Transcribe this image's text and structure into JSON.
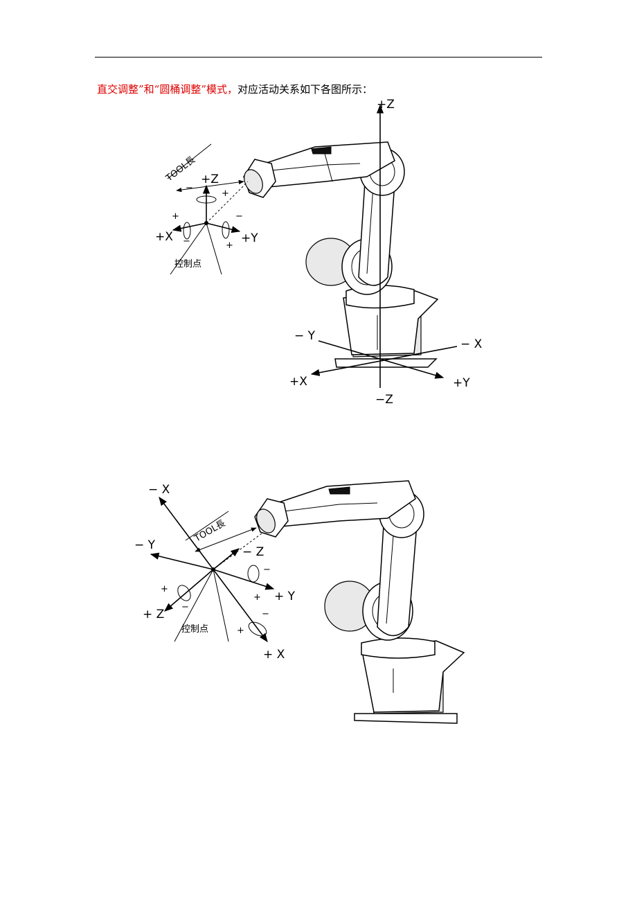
{
  "intro": {
    "red_part": "直交调整”和“圆桶调整”模式，",
    "black_part": "对应活动关系如下各图所示："
  },
  "figure1": {
    "tool_label": "TOOL長",
    "control_point_label": "控制点",
    "local_axes": {
      "z": "+Z",
      "x": "+X",
      "y": "+Y"
    },
    "rotation_signs": [
      "−",
      "+",
      "+",
      "−",
      "+",
      "−",
      "+",
      "−"
    ],
    "base_axes": {
      "pz": "+Z",
      "nz": "−Z",
      "py": "+Y",
      "ny": "− Y",
      "px": "+X",
      "nx": "− X"
    }
  },
  "figure2": {
    "tool_label": "TOOL長",
    "control_point_label": "控制点",
    "axes": {
      "nx": "− X",
      "ny": "− Y",
      "nz": "− Z",
      "pz": "+ Z",
      "py": "+ Y",
      "px": "+ X"
    },
    "rotation_signs": [
      "+",
      "−",
      "−",
      "+",
      "−",
      "+"
    ]
  }
}
